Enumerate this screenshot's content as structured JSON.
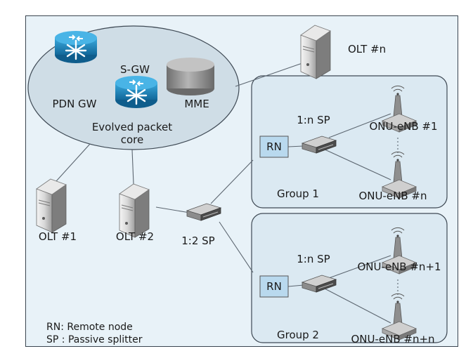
{
  "colors": {
    "background": "#e8f2f8",
    "group_fill": "#dbe9f2",
    "core_fill": "#cfdde6",
    "router_blue": "#1f8fc8",
    "rn_fill": "#b9d9ee",
    "line": "#5c6670"
  },
  "core": {
    "label": "Evolved packet core",
    "label_line1": "Evolved packet",
    "label_line2": "core",
    "pdn_gw": "PDN GW",
    "s_gw": "S-GW",
    "mme": "MME"
  },
  "olts": {
    "olt1": "OLT #1",
    "olt2": "OLT #2",
    "oltn": "OLT #n"
  },
  "splitter_main": "1:2 SP",
  "groups": [
    {
      "name": "Group 1",
      "rn": "RN",
      "sp": "1:n SP",
      "onu_top": "ONU-eNB #1",
      "onu_bottom": "ONU-eNB #n"
    },
    {
      "name": "Group 2",
      "rn": "RN",
      "sp": "1:n SP",
      "onu_top": "ONU-eNB #n+1",
      "onu_bottom": "ONU-eNB #n+n"
    }
  ],
  "legend": {
    "rn": "RN: Remote node",
    "sp": "SP : Passive splitter"
  },
  "icons": [
    "router-icon",
    "server-icon",
    "database-icon",
    "splitter-icon",
    "antenna-icon"
  ]
}
